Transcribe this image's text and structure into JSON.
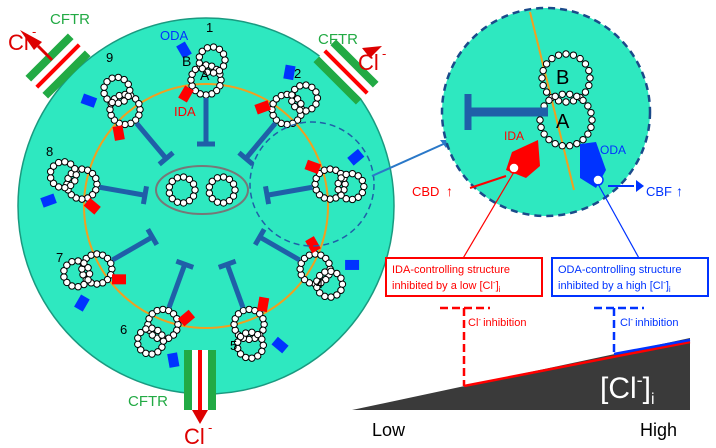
{
  "labels": {
    "cftr_top_left": "CFTR",
    "cftr_top_right": "CFTR",
    "cftr_bottom": "CFTR",
    "cl_top_left": "Cl",
    "cl_top_right": "Cl",
    "cl_bottom": "Cl",
    "cl_superscript": "-",
    "oda_main": "ODA",
    "ida_main": "IDA",
    "doublet_a": "A",
    "doublet_b": "B",
    "num_1": "1",
    "num_2": "2",
    "num_4": "4",
    "num_5": "5",
    "num_6": "6",
    "num_7": "7",
    "num_8": "8",
    "num_9": "9"
  },
  "inset": {
    "b": "B",
    "a": "A",
    "ida": "IDA",
    "oda": "ODA",
    "cbd": "CBD",
    "cbf": "CBF",
    "up_arrow": "↑"
  },
  "boxes": {
    "ida_line1": "IDA-controlling structure",
    "ida_line2": "inhibited by a low [Cl",
    "oda_line1": "ODA-controlling structure",
    "oda_line2": "inhibited by a high [Cl",
    "close": "]",
    "sub_i": "i",
    "sup_minus": "-"
  },
  "graph": {
    "inhibition_left": "inhibition",
    "inhibition_right": "inhibition",
    "cl_prefix": "Cl",
    "bracket_label_open": "[Cl",
    "bracket_label_close": "]",
    "sub_i": "i",
    "sup_minus": "-",
    "low": "Low",
    "high": "High"
  },
  "colors": {
    "cell": "#2ee8c0",
    "ida": "#ff0000",
    "oda": "#0033ff",
    "spoke": "#1f5fa8",
    "cftr": "#22aa44",
    "orange": "#f0a020"
  }
}
